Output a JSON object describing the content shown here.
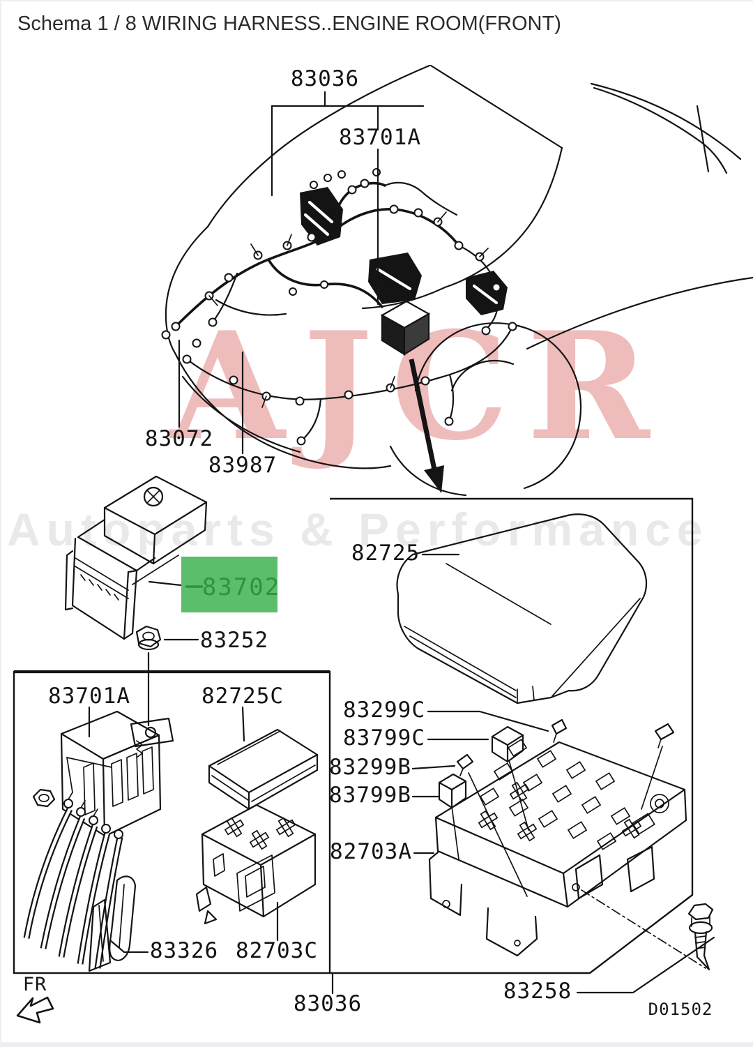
{
  "title": "Schema 1 / 8 WIRING HARNESS..ENGINE ROOM(FRONT)",
  "watermark": {
    "brand": "AJCR",
    "tagline": "Autoparts & Performance"
  },
  "colors": {
    "highlight_bg": "#5cbe6b",
    "highlight_text": "#2f9243",
    "line": "#141414",
    "watermark_brand": "#efbcbc",
    "watermark_tagline": "#e9e9e9"
  },
  "diagram": {
    "code": "D01502",
    "direction_indicator": "FR",
    "labels": {
      "harness_top": "83036",
      "junction_main": "83701A",
      "grommet": "83072",
      "protector": "83987",
      "cover_upper": "82725",
      "highlighted_cover": "83702",
      "nut": "83252",
      "terminal_block": "83701A",
      "cover_small": "82725C",
      "clip_c": "83299C",
      "relay_c": "83799C",
      "clip_b": "83299B",
      "relay_b": "83799B",
      "fusebox": "82703A",
      "lever": "83326",
      "fuse_block": "82703C",
      "harness_bottom": "83036",
      "bolt": "83258"
    }
  }
}
